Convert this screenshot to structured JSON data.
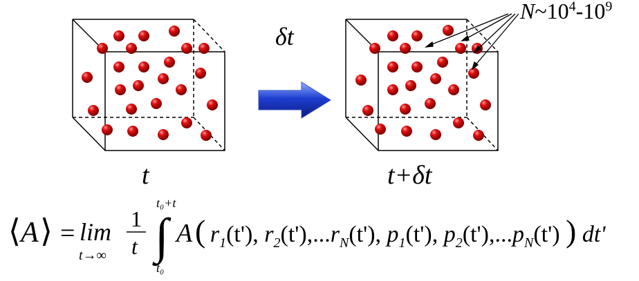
{
  "labels": {
    "dt": "δt",
    "time_left": "t",
    "time_right": "t+δt",
    "particle_count": {
      "var": "N",
      "tilde": "~",
      "base1": "10",
      "exp1": "4",
      "dash": "-",
      "base2": "10",
      "exp2": "9"
    }
  },
  "formula": {
    "avg_left": "⟨",
    "avg_var": "A",
    "avg_right": "⟩",
    "equals": "=",
    "lim": "lim",
    "lim_sub": "t→∞",
    "frac_num": "1",
    "frac_den": "t",
    "int_upper": "t₀+t",
    "int_lower": "t₀",
    "integral": "∫",
    "fn": "A",
    "args": "(r₁(t'), r₂(t'),…r_N(t'), p₁(t'), p₂(t'),…p_N(t'))",
    "arg_r1": "r",
    "arg_r1_sub": "1",
    "arg_r2": "r",
    "arg_r2_sub": "2",
    "arg_rN": "r",
    "arg_rN_sub": "N",
    "arg_p1": "p",
    "arg_p1_sub": "1",
    "arg_p2": "p",
    "arg_p2_sub": "2",
    "arg_pN": "p",
    "arg_pN_sub": "N",
    "tprime": "(t')",
    "comma": ",",
    "ellipsis": "...",
    "open_paren": "(",
    "close_paren": ")",
    "dt": "dt'"
  },
  "colors": {
    "particle": "#d40000",
    "particle_highlight": "#ff8080",
    "arrow_fill": "#1f3fd0",
    "arrow_edge": "#9fb4ff",
    "line": "#000000"
  }
}
